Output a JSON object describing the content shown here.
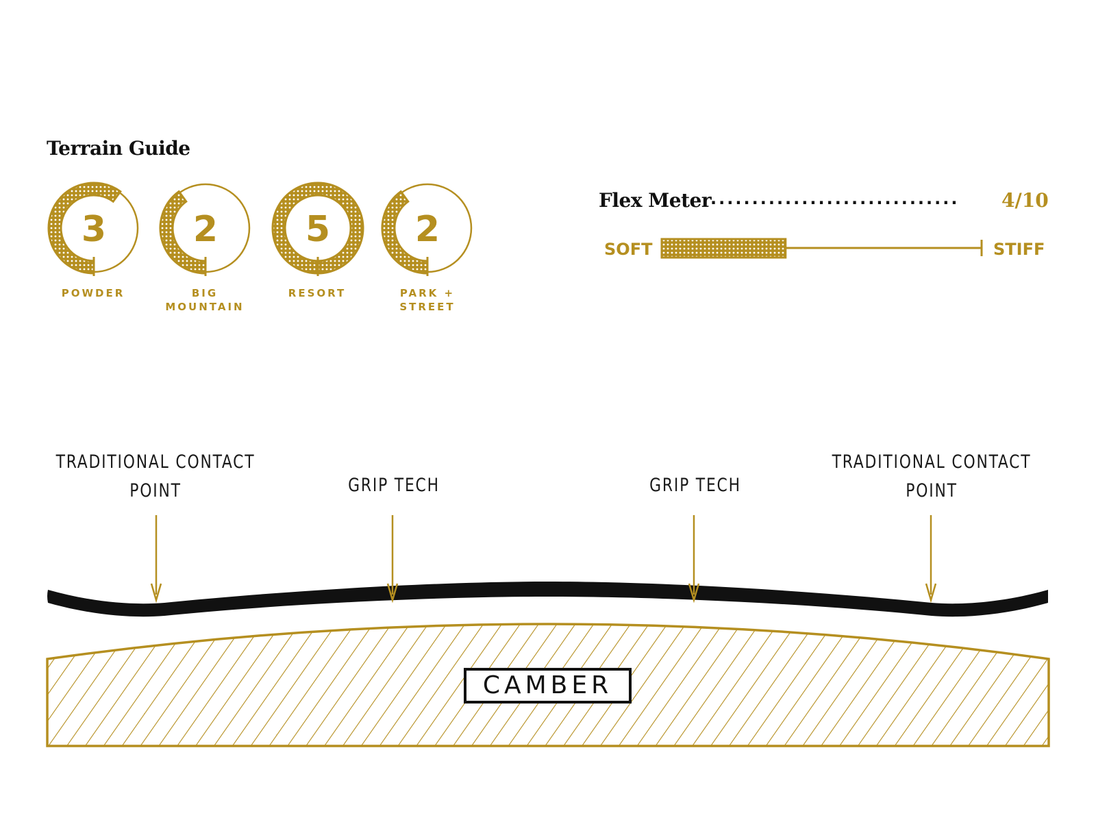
{
  "terrain_guide": {
    "title": "Terrain Guide",
    "max_rating": 5,
    "items": [
      {
        "rating": 3,
        "label_lines": [
          "POWDER"
        ]
      },
      {
        "rating": 2,
        "label_lines": [
          "BIG",
          "MOUNTAIN"
        ]
      },
      {
        "rating": 5,
        "label_lines": [
          "RESORT"
        ]
      },
      {
        "rating": 2,
        "label_lines": [
          "PARK +",
          "STREET"
        ]
      }
    ]
  },
  "flex_meter": {
    "label": "Flex Meter",
    "dots": "..............................",
    "value_text": "4/10",
    "value": 4,
    "max": 10,
    "soft_label": "SOFT",
    "stiff_label": "STIFF"
  },
  "profile": {
    "callouts": [
      {
        "lines": [
          "TRADITIONAL CONTACT",
          "POINT"
        ]
      },
      {
        "lines": [
          "GRIP TECH"
        ]
      },
      {
        "lines": [
          "GRIP TECH"
        ]
      },
      {
        "lines": [
          "TRADITIONAL CONTACT",
          "POINT"
        ]
      }
    ],
    "camber_label": "CAMBER"
  },
  "colors": {
    "gold": "#b58f20",
    "ink": "#111111",
    "background": "#ffffff"
  }
}
